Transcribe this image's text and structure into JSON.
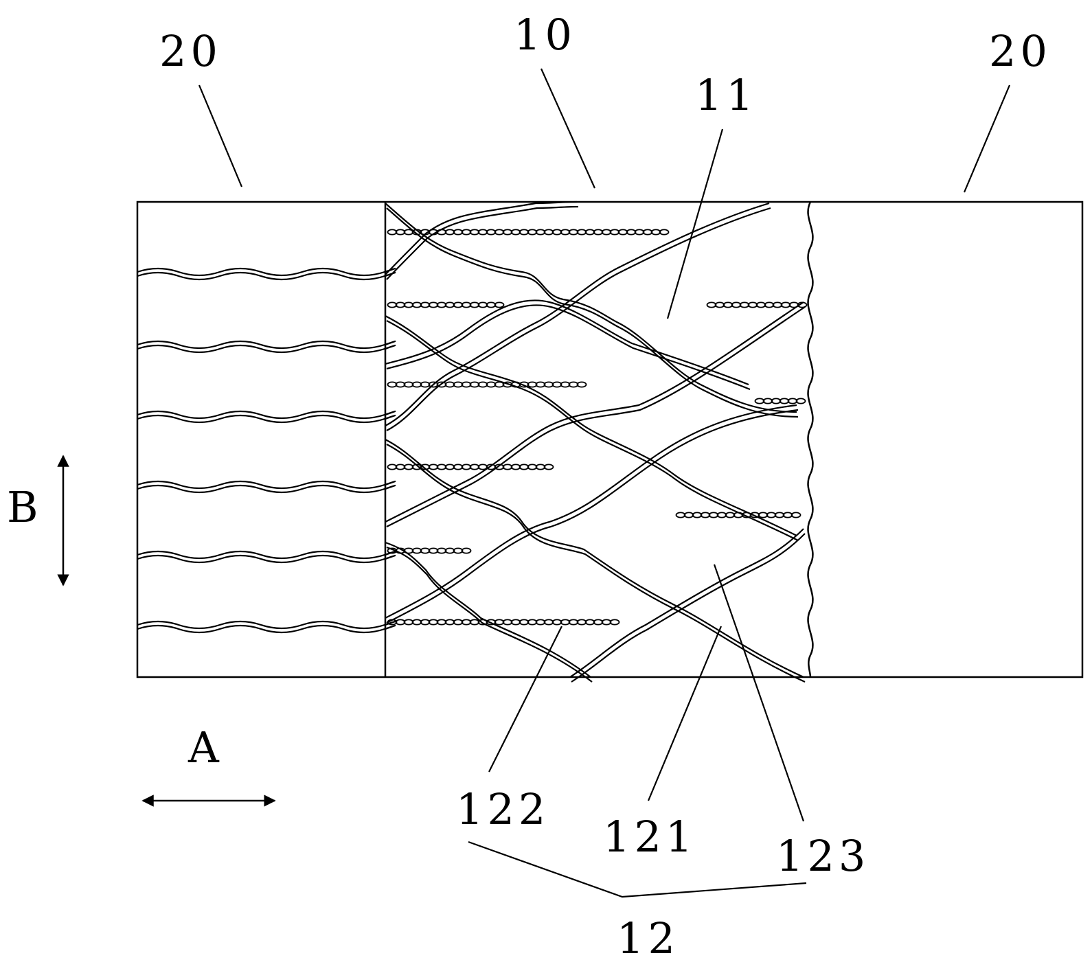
{
  "labels": {
    "frame_left": "20",
    "frame_center": "10",
    "frame_right": "20",
    "region": "11",
    "fiber_group": "12",
    "fiber_a": "121",
    "fiber_b": "122",
    "fiber_c": "123",
    "direction_a": "A",
    "direction_b": "B"
  }
}
